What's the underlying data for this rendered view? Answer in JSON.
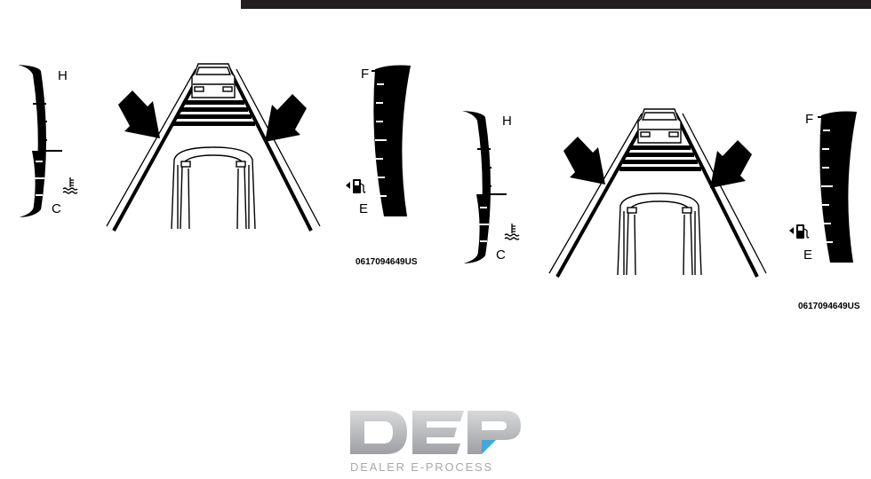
{
  "figures": [
    {
      "figure_code": "0617094649US",
      "temp_gauge": {
        "hot_label": "H",
        "cold_label": "C",
        "icon": "coolant-temperature-icon"
      },
      "fuel_gauge": {
        "full_label": "F",
        "empty_label": "E",
        "icon": "fuel-pump-icon"
      }
    },
    {
      "figure_code": "0617094649US",
      "temp_gauge": {
        "hot_label": "H",
        "cold_label": "C",
        "icon": "coolant-temperature-icon"
      },
      "fuel_gauge": {
        "full_label": "F",
        "empty_label": "E",
        "icon": "fuel-pump-icon"
      }
    }
  ],
  "logo": {
    "mark": "DEP",
    "tagline": "DEALER E-PROCESS",
    "colors": {
      "mark_gray": "#b3b5b8",
      "accent_blue": "#41a9d9",
      "tagline_gray": "#a7a9ac"
    }
  },
  "colors": {
    "top_bar": "#231f20",
    "ink": "#000000"
  }
}
